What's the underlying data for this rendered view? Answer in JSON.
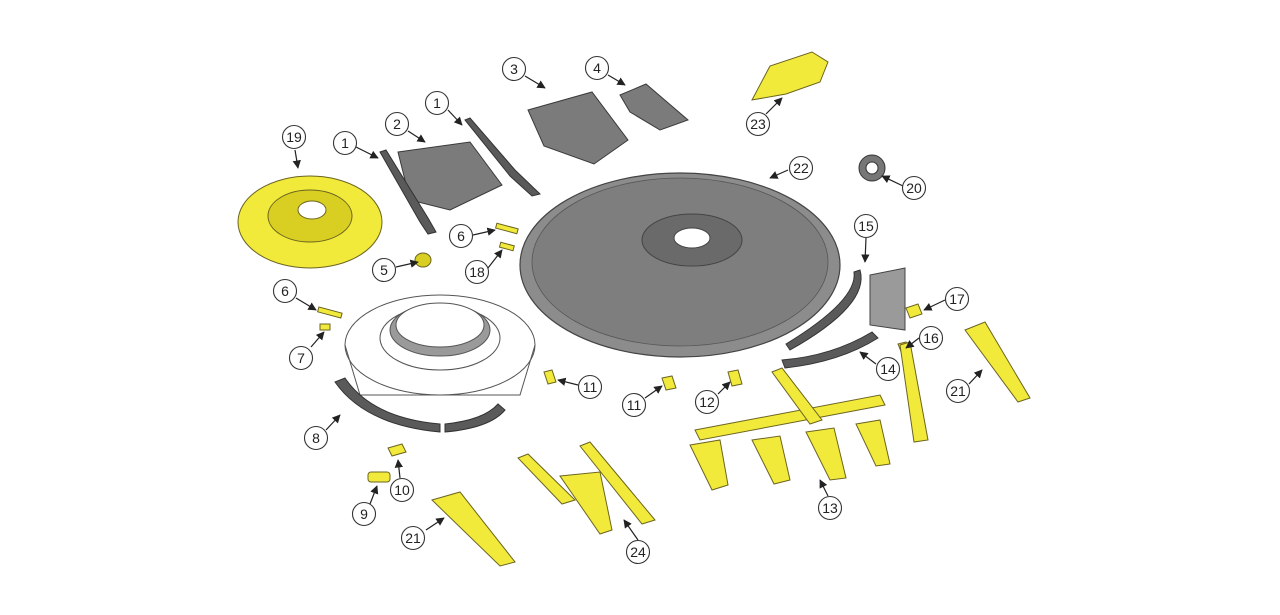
{
  "figure": "Exploded parts diagram",
  "colors": {
    "part_gray": "#7b7b7b",
    "part_yellow": "#f2ea3a",
    "outline": "#333333"
  },
  "callouts": [
    {
      "id": "c1a",
      "label": "1"
    },
    {
      "id": "c1b",
      "label": "1"
    },
    {
      "id": "c2",
      "label": "2"
    },
    {
      "id": "c3",
      "label": "3"
    },
    {
      "id": "c4",
      "label": "4"
    },
    {
      "id": "c5",
      "label": "5"
    },
    {
      "id": "c6a",
      "label": "6"
    },
    {
      "id": "c6b",
      "label": "6"
    },
    {
      "id": "c7",
      "label": "7"
    },
    {
      "id": "c8",
      "label": "8"
    },
    {
      "id": "c9",
      "label": "9"
    },
    {
      "id": "c10",
      "label": "10"
    },
    {
      "id": "c11a",
      "label": "11"
    },
    {
      "id": "c11b",
      "label": "11"
    },
    {
      "id": "c12",
      "label": "12"
    },
    {
      "id": "c13",
      "label": "13"
    },
    {
      "id": "c14",
      "label": "14"
    },
    {
      "id": "c15",
      "label": "15"
    },
    {
      "id": "c16",
      "label": "16"
    },
    {
      "id": "c17",
      "label": "17"
    },
    {
      "id": "c18",
      "label": "18"
    },
    {
      "id": "c19",
      "label": "19"
    },
    {
      "id": "c20",
      "label": "20"
    },
    {
      "id": "c21a",
      "label": "21"
    },
    {
      "id": "c21b",
      "label": "21"
    },
    {
      "id": "c22",
      "label": "22"
    },
    {
      "id": "c23",
      "label": "23"
    },
    {
      "id": "c24",
      "label": "24"
    }
  ]
}
